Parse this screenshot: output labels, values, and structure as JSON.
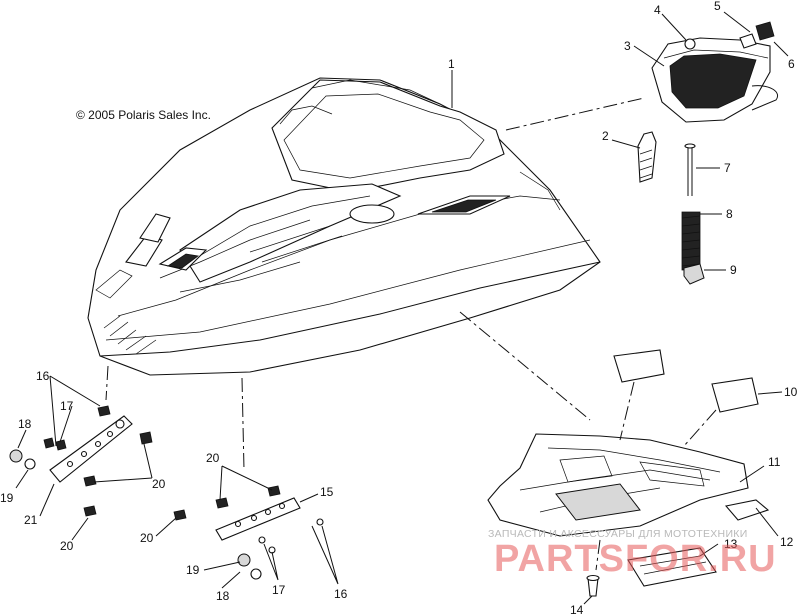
{
  "copyright": "© 2005 Polaris Sales Inc.",
  "watermark": {
    "subtitle": "ЗАПЧАСТИ И АКСЕССУАРЫ ДЛЯ МОТОТЕХНИКИ",
    "brand": "PARTSFOR.RU"
  },
  "callouts": [
    "1",
    "2",
    "3",
    "4",
    "5",
    "6",
    "7",
    "8",
    "9",
    "10",
    "11",
    "12",
    "13",
    "14",
    "15",
    "16",
    "16",
    "17",
    "17",
    "18",
    "18",
    "19",
    "19",
    "20",
    "20",
    "20",
    "20",
    "21"
  ]
}
